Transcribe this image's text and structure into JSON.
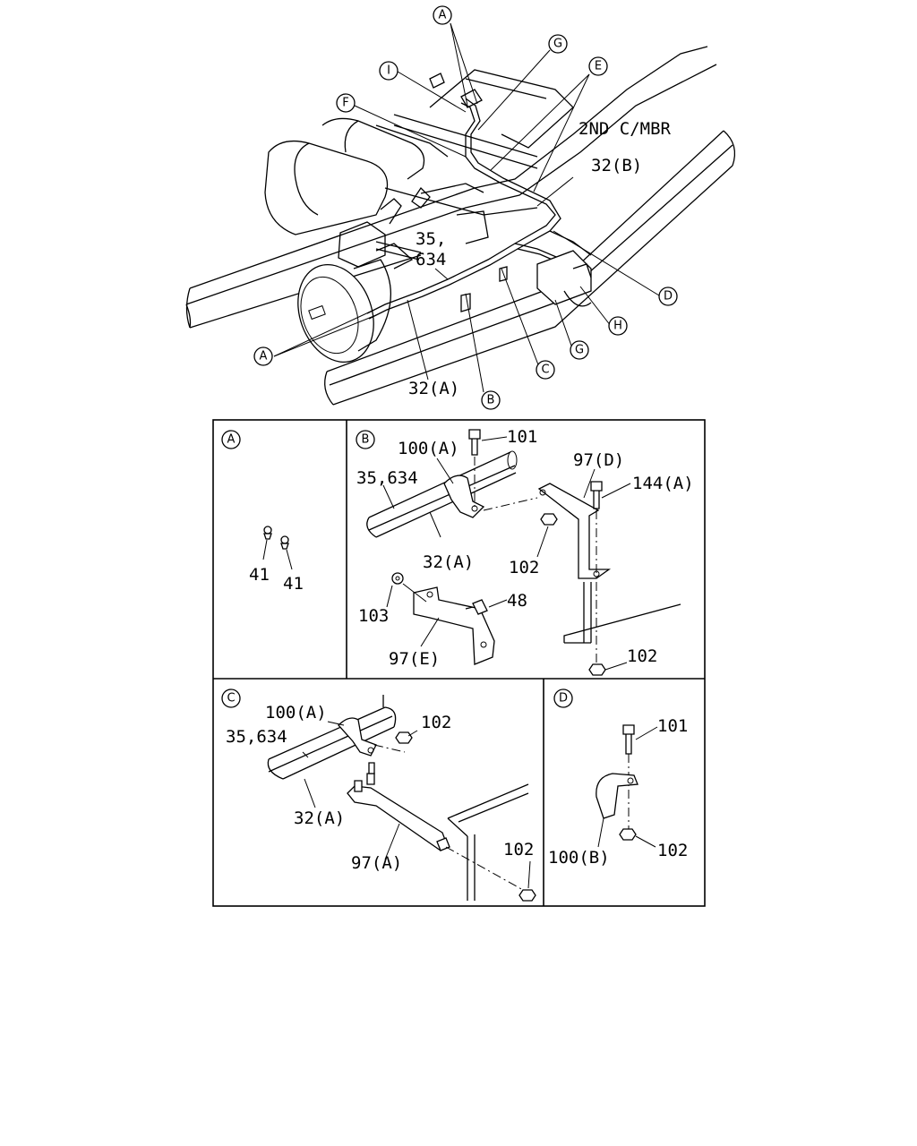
{
  "main_view": {
    "labels": {
      "member": "2ND C/MBR",
      "pipe_b": "32(B)",
      "hose_1": "35,",
      "hose_2": "634",
      "pipe_a": "32(A)"
    },
    "callouts": {
      "a_top": "A",
      "g_top": "G",
      "i": "I",
      "e": "E",
      "f": "F",
      "d": "D",
      "h": "H",
      "g_bottom": "G",
      "c": "C",
      "a_bottom": "A",
      "b": "B"
    }
  },
  "detail_a": {
    "tag": "A",
    "part_1": "41",
    "part_2": "41"
  },
  "detail_b": {
    "tag": "B",
    "clamp": "100(A)",
    "bolt_top": "101",
    "hose": "35,634",
    "pipe": "32(A)",
    "bracket_d": "97(D)",
    "bolt_right": "144(A)",
    "nut_mid": "102",
    "washer": "103",
    "bolt_48": "48",
    "bracket_e": "97(E)",
    "nut_bottom": "102"
  },
  "detail_c": {
    "tag": "C",
    "clamp": "100(A)",
    "nut_top": "102",
    "hose": "35,634",
    "pipe": "32(A)",
    "bracket": "97(A)",
    "nut_bottom": "102"
  },
  "detail_d": {
    "tag": "D",
    "bolt": "101",
    "clip": "100(B)",
    "nut": "102"
  }
}
